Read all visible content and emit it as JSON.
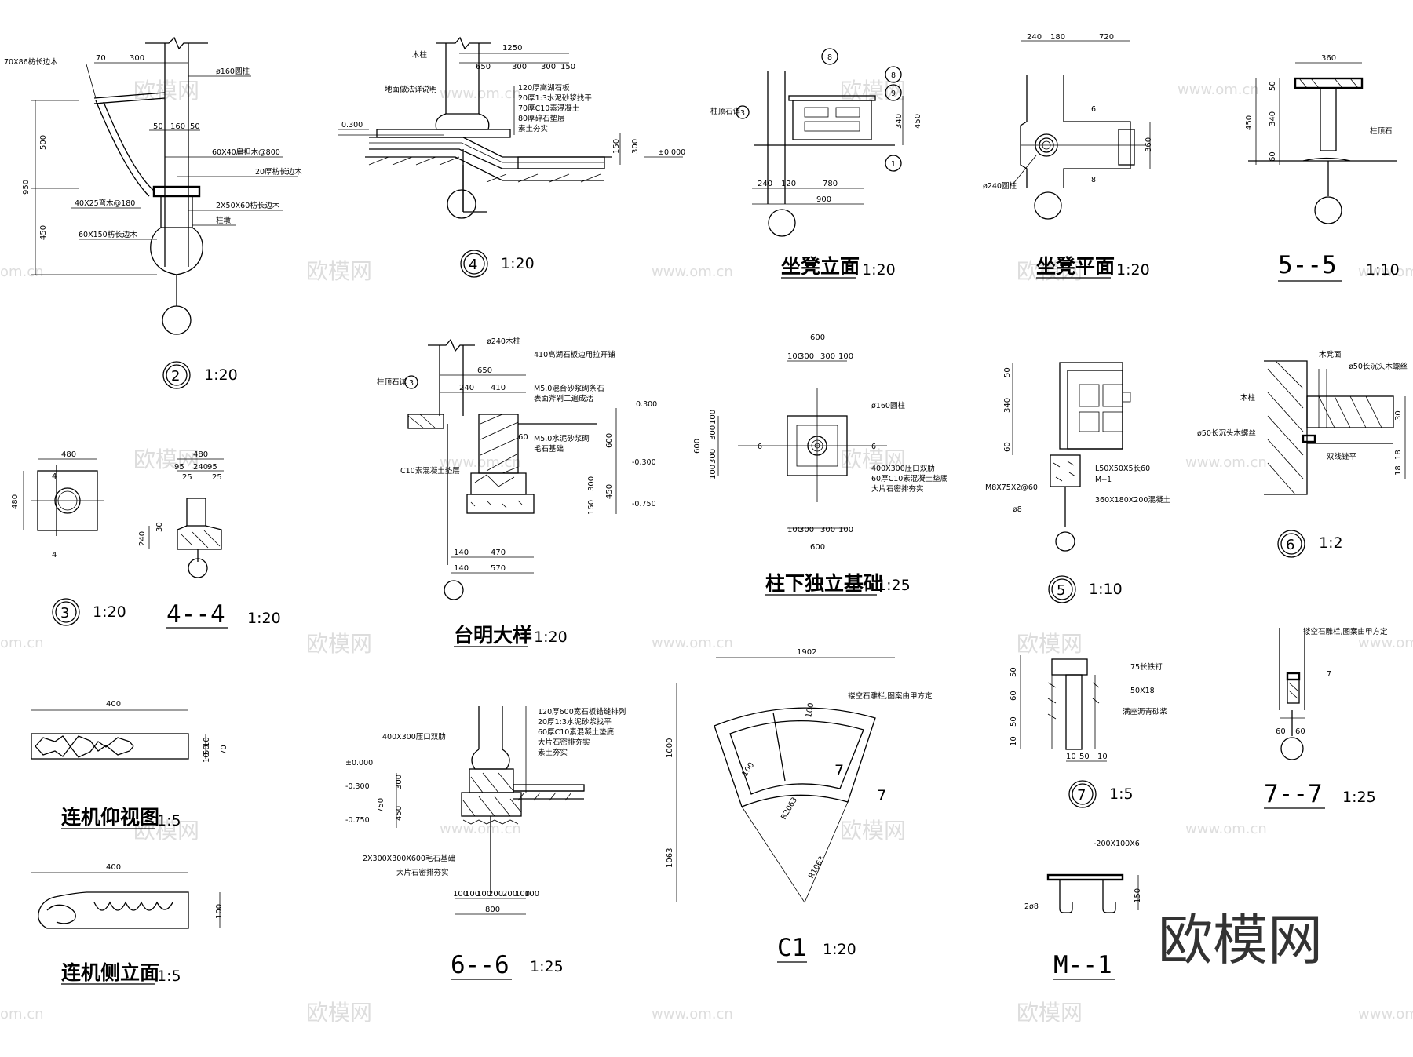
{
  "watermark": {
    "text": "欧模网",
    "url": "www.om.cn",
    "url_short": "om.cn",
    "logo": "欧模网"
  },
  "titles": {
    "d2": {
      "num": "2",
      "scale": "1:20"
    },
    "d4": {
      "num": "4",
      "scale": "1:20"
    },
    "bench_elev": {
      "title": "坐凳立面",
      "scale": "1:20"
    },
    "bench_plan": {
      "title": "坐凳平面",
      "scale": "1:20"
    },
    "s55": {
      "title": "5--5",
      "scale": "1:10"
    },
    "d3": {
      "num": "3",
      "scale": "1:20"
    },
    "s44": {
      "title": "4--4",
      "scale": "1:20"
    },
    "terrace": {
      "title": "台明大样",
      "scale": "1:20"
    },
    "footing": {
      "title": "柱下独立基础",
      "scale": "1:25"
    },
    "d5": {
      "num": "5",
      "scale": "1:10"
    },
    "d6": {
      "num": "6",
      "scale": "1:2"
    },
    "lianji_bottom": {
      "title": "连机仰视图",
      "scale": "1:5"
    },
    "lianji_side": {
      "title": "连机侧立面",
      "scale": "1:5"
    },
    "s66": {
      "title": "6--6",
      "scale": "1:25"
    },
    "c1": {
      "title": "C1",
      "scale": "1:20"
    },
    "d7": {
      "num": "7",
      "scale": "1:5"
    },
    "s77": {
      "title": "7--7",
      "scale": "1:25"
    },
    "m1": {
      "title": "M--1",
      "scale": ""
    }
  },
  "d2": {
    "labels": [
      "70X86枋长边木",
      "ø160圆柱",
      "60X40扁担木@800",
      "20厚枋长边木",
      "40X25弯木@180",
      "2X50X60枋长边木",
      "柱墩",
      "60X150枋长边木"
    ],
    "dims": [
      "70",
      "300",
      "50",
      "160",
      "50",
      "950",
      "500",
      "450"
    ]
  },
  "d4": {
    "labels": [
      "木柱",
      "地面做法详说明",
      "120厚高湖石板",
      "20厚1:3水泥砂浆找平",
      "70厚C10素混凝土",
      "80厚碎石垫层",
      "素土夯实",
      "0.300",
      "±0.000"
    ],
    "dims": [
      "1250",
      "650",
      "300",
      "300",
      "150",
      "150",
      "300"
    ]
  },
  "bench_elev": {
    "labels": [
      "柱顶石详",
      "3",
      "8",
      "8",
      "9",
      "1"
    ],
    "dims": [
      "240",
      "120",
      "780",
      "900",
      "340",
      "450"
    ]
  },
  "bench_plan": {
    "labels": [
      "ø240圆柱",
      "6",
      "8"
    ],
    "dims": [
      "240",
      "180",
      "720",
      "360"
    ]
  },
  "s55": {
    "labels": [
      "柱顶石"
    ],
    "dims": [
      "360",
      "450",
      "50",
      "340",
      "60"
    ]
  },
  "d3": {
    "dims": [
      "480",
      "480"
    ],
    "cut": [
      "4",
      "4"
    ]
  },
  "s44": {
    "dims": [
      "480",
      "95",
      "240",
      "95",
      "25",
      "25",
      "240",
      "30"
    ]
  },
  "terrace": {
    "labels": [
      "ø240木柱",
      "410高湖石板边用拉开铺",
      "柱顶石详",
      "3",
      "M5.0混合砂浆砌条石",
      "表面斧剁二遍成活",
      "M5.0水泥砂浆砌",
      "毛石基础",
      "C10素混凝土垫层",
      "0.300",
      "-0.300",
      "-0.750"
    ],
    "dims": [
      "650",
      "240",
      "410",
      "60",
      "600",
      "300",
      "450",
      "150",
      "140",
      "470",
      "140",
      "570"
    ]
  },
  "footing": {
    "labels": [
      "ø160圆柱",
      "400X300压口双肋",
      "60厚C10素混凝土垫底",
      "大片石密排夯实",
      "6",
      "6"
    ],
    "dims": [
      "600",
      "100",
      "300",
      "300",
      "100",
      "600",
      "100",
      "300",
      "300",
      "100",
      "100",
      "300",
      "300",
      "100",
      "600"
    ]
  },
  "d5": {
    "labels": [
      "L50X50X5长60",
      "M--1",
      "360X180X200混凝土",
      "M8X75X2@60",
      "ø8"
    ],
    "dims": [
      "50",
      "340",
      "60"
    ]
  },
  "d6": {
    "labels": [
      "木凳面",
      "ø50长沉头木螺丝",
      "木柱",
      "ø50长沉头木螺丝",
      "双线锉平"
    ],
    "dims": [
      "30",
      "18",
      "18"
    ]
  },
  "lianji_bottom": {
    "dims": [
      "400",
      "10",
      "50",
      "10",
      "70"
    ]
  },
  "lianji_side": {
    "dims": [
      "400",
      "100"
    ]
  },
  "s66": {
    "labels": [
      "120厚600宽石板错缝排列",
      "20厚1:3水泥砂浆找平",
      "60厚C10素混凝土垫底",
      "大片石密排夯实",
      "素土夯实",
      "400X300压口双肋",
      "2X300X300X600毛石基础",
      "大片石密排夯实",
      "±0.000",
      "-0.300",
      "-0.750"
    ],
    "dims": [
      "300",
      "750",
      "450",
      "100",
      "100",
      "100",
      "200",
      "200",
      "100",
      "100",
      "800"
    ]
  },
  "c1": {
    "labels": [
      "镂空石雕栏,图案由甲方定",
      "R2063",
      "R1063",
      "7",
      "7"
    ],
    "dims": [
      "1902",
      "1000",
      "1063",
      "100",
      "100"
    ]
  },
  "d7": {
    "labels": [
      "75长铁钉",
      "50X18",
      "满座沥青砂浆"
    ],
    "dims": [
      "50",
      "60",
      "50",
      "10",
      "10",
      "50",
      "10"
    ]
  },
  "s77": {
    "labels": [
      "镂空石雕栏,图案由甲方定",
      "7"
    ],
    "dims": [
      "60",
      "60"
    ]
  },
  "m1": {
    "labels": [
      "-200X100X6",
      "2ø8"
    ],
    "dims": [
      "150"
    ]
  }
}
